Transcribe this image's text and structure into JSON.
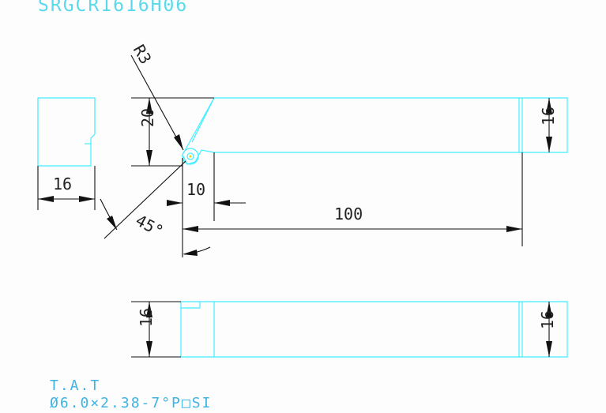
{
  "drawing": {
    "title": "SRGCR1616H06",
    "notes": [
      "T.A.T",
      "Ø6.0×2.38-7°P□SI"
    ],
    "colors": {
      "outline": "#3ff0ff",
      "dimension": "#111111",
      "text": "#3fb3e2",
      "title": "#5ad9ec"
    }
  },
  "dimensions": {
    "radius": "R3",
    "insert_height": "20",
    "shank_width_front": "16",
    "shank_height_right": "16",
    "head_offset": "10",
    "total_length": "100",
    "lead_angle": "45°",
    "side_height_left": "16",
    "side_height_right": "16"
  }
}
